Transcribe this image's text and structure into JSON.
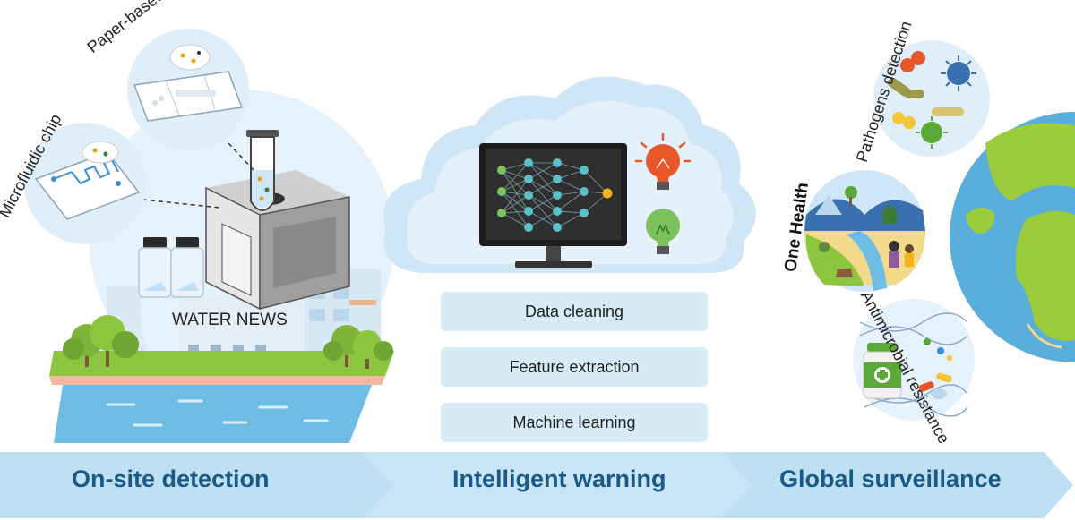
{
  "labels": {
    "microfluidic_chip": "Microfluidic chip",
    "paper_based_device": "Paper-based device",
    "water_news": "WATER NEWS",
    "pathogens_detection": "Pathogens detection",
    "one_health": "One Health",
    "antimicrobial_resistance": "Antimicrobial resistance"
  },
  "process_steps": [
    "Data cleaning",
    "Feature extraction",
    "Machine learning"
  ],
  "stages": [
    "On-site detection",
    "Intelligent warning",
    "Global surveillance"
  ],
  "colors": {
    "arrow_band": "#bfe0f3",
    "stage_text": "#1a5a87",
    "step_box": "#d7ecf7",
    "cloud": "#cfe6f6",
    "water": "#6fbde4",
    "grass": "#8cc63f",
    "earth_land": "#9ccb3b",
    "earth_ocean": "#5aaedb"
  },
  "icons": [
    "bulb-red-icon",
    "bulb-green-icon",
    "monitor-icon",
    "neural-network-icon",
    "test-tube-icon",
    "earth-icon"
  ]
}
